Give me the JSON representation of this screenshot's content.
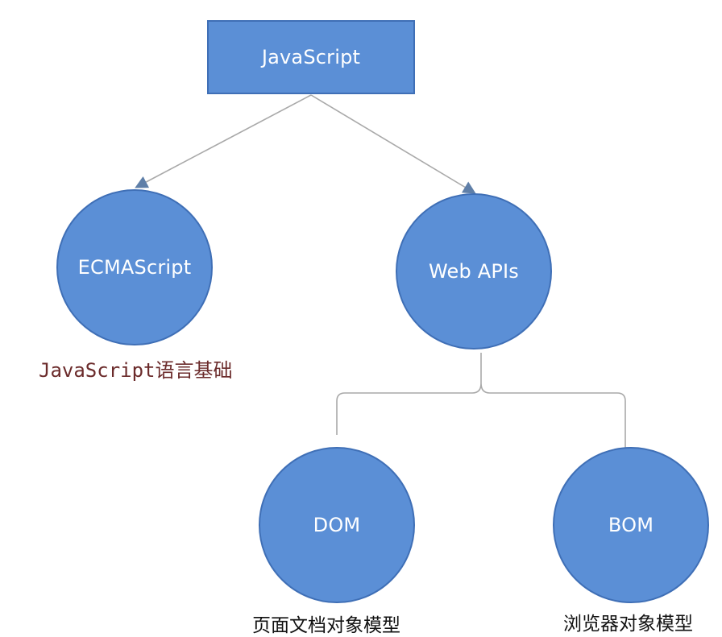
{
  "diagram": {
    "root": {
      "label": "JavaScript"
    },
    "ecmascript": {
      "label": "ECMAScript",
      "caption": "JavaScript语言基础"
    },
    "webapis": {
      "label": "Web APIs"
    },
    "dom": {
      "label": "DOM",
      "caption": "页面文档对象模型"
    },
    "bom": {
      "label": "BOM",
      "caption": "浏览器对象模型"
    }
  },
  "colors": {
    "node_fill": "#5b8fd6",
    "node_border": "#3f6fb6",
    "connector": "#a9a9a9",
    "ecmascript_caption": "#6b2b2b"
  }
}
